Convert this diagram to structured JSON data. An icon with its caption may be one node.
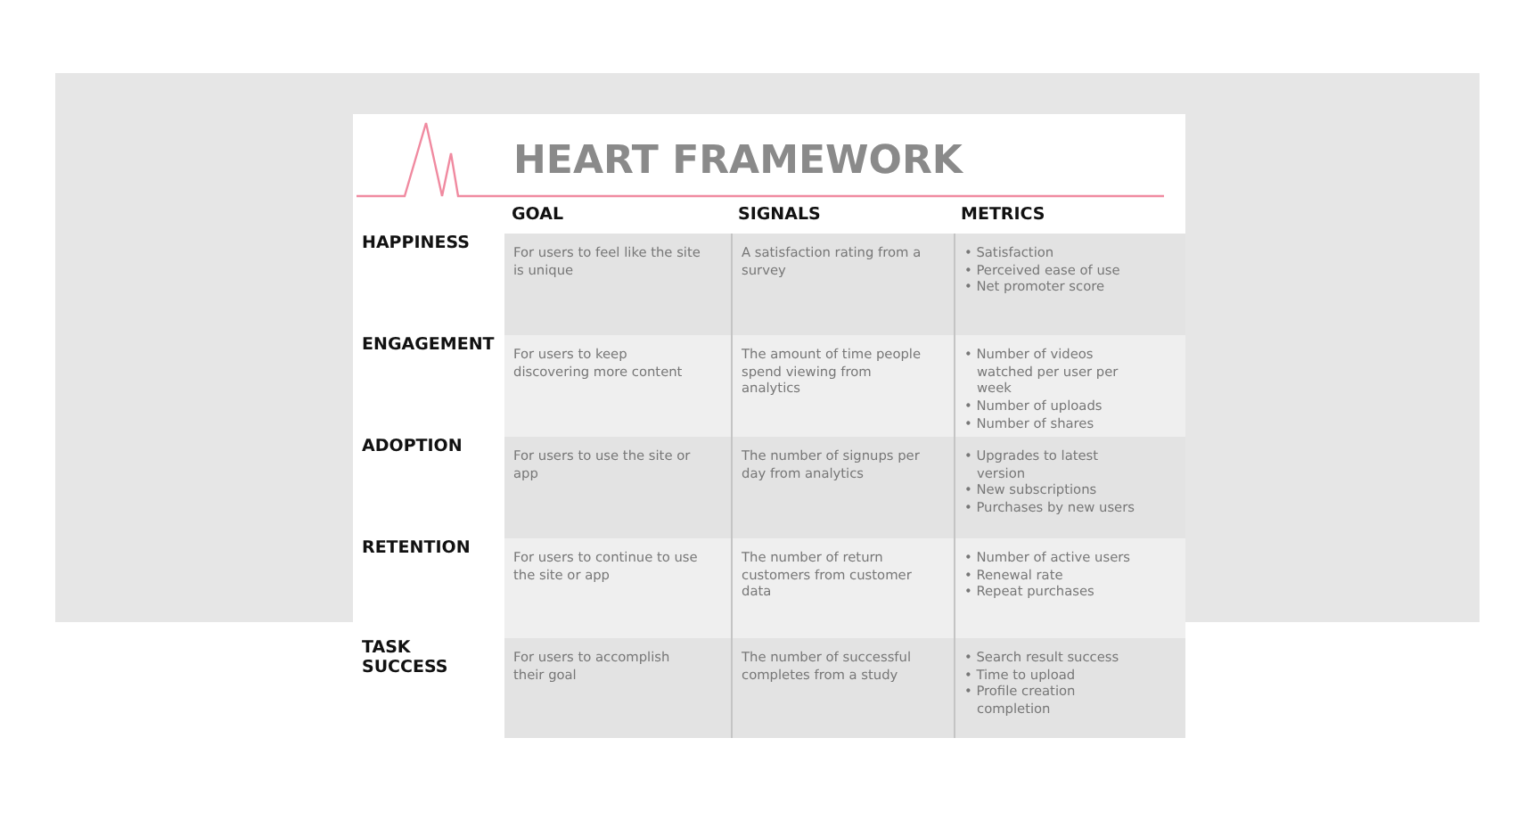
{
  "diagram": {
    "title": "HEART FRAMEWORK",
    "nodes": [
      {
        "text": [
          "For users to feel like the site is unique"
        ]
      },
      {
        "text": [
          "A satisfaction rating from a survey"
        ]
      },
      {
        "text": [
          "• Satisfaction",
          "• Perceived ease of use",
          "• Net promoter score"
        ]
      },
      {
        "text": [
          "For users to keep discovering more content"
        ]
      },
      {
        "text": [
          "The amount of time people spend viewing from analytics"
        ]
      },
      {
        "text": [
          "• Number of videos watched per user per week",
          "• Number of uploads",
          "• Number of shares"
        ]
      },
      {
        "text": [
          "For users to use the site or app"
        ]
      },
      {
        "text": [
          "The number of signups per day from analytics"
        ]
      },
      {
        "text": [
          "• Upgrades to latest version",
          "• New subscriptions",
          "• Purchases by new users"
        ]
      },
      {
        "text": [
          "For users to continue to use the site or app"
        ]
      },
      {
        "text": [
          "The number of return customers from customer data"
        ]
      },
      {
        "text": [
          "• Number of active users",
          "• Renewal rate",
          "• Repeat purchases"
        ]
      },
      {
        "text": [
          "For users to accomplish their goal"
        ]
      },
      {
        "text": [
          "The number of successful completes from a study"
        ]
      },
      {
        "text": [
          "• Search result success",
          "• Time to upload",
          "• Profile creation completion"
        ]
      }
    ],
    "labels": [
      "GOAL",
      "SIGNALS",
      "METRICS",
      "HAPPINESS",
      "ENGAGEMENT",
      "ADOPTION",
      "RETENTION",
      "TASK SUCCESS"
    ]
  }
}
